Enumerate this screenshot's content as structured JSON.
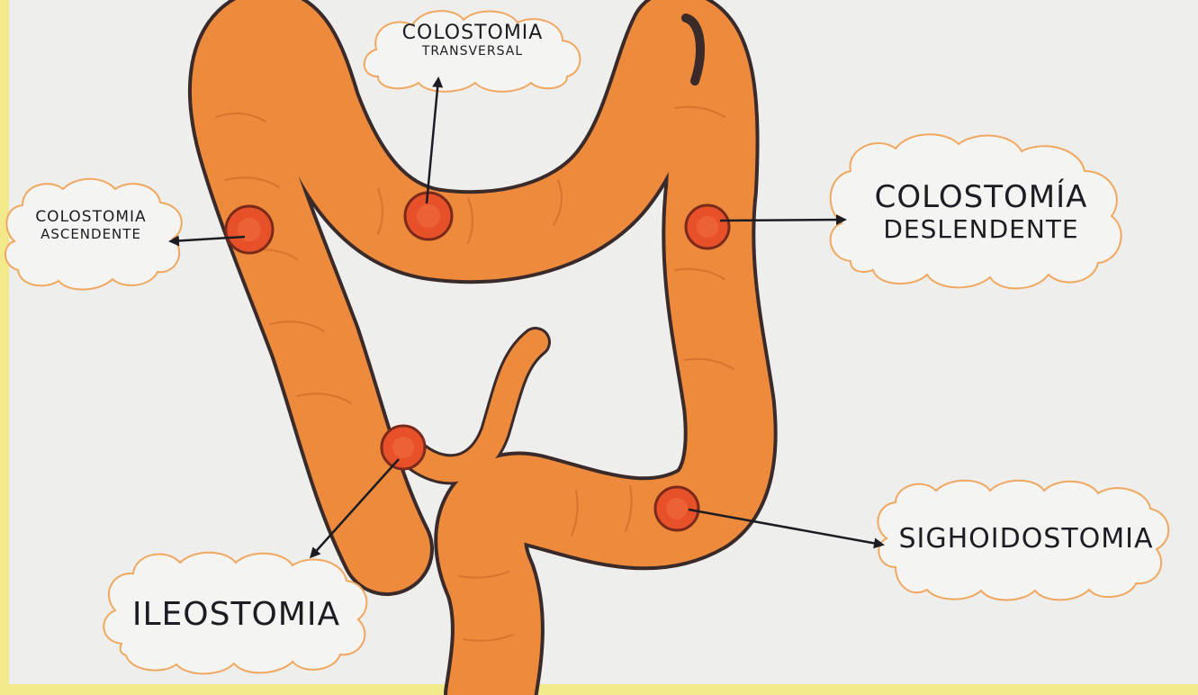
{
  "labels": {
    "transverse": {
      "line1": "Colostomia",
      "line2": "Transversal"
    },
    "ascending": {
      "line1": "Colostomia",
      "line2": "Ascendente"
    },
    "descending": {
      "line1": "Colostomía",
      "line2": "Deslendente"
    },
    "sigmoid": {
      "line1": "Sighoidostomia"
    },
    "ileum": {
      "line1": "Ileostomia"
    }
  },
  "colors": {
    "paper": "#eeeeec",
    "colon_fill": "#ee8a3c",
    "colon_outline": "#3a2a2a",
    "stoma": "#e8502a",
    "cloud_outline": "#f0a860",
    "ink": "#1c1c22",
    "border_yellow": "#f3e98a"
  }
}
